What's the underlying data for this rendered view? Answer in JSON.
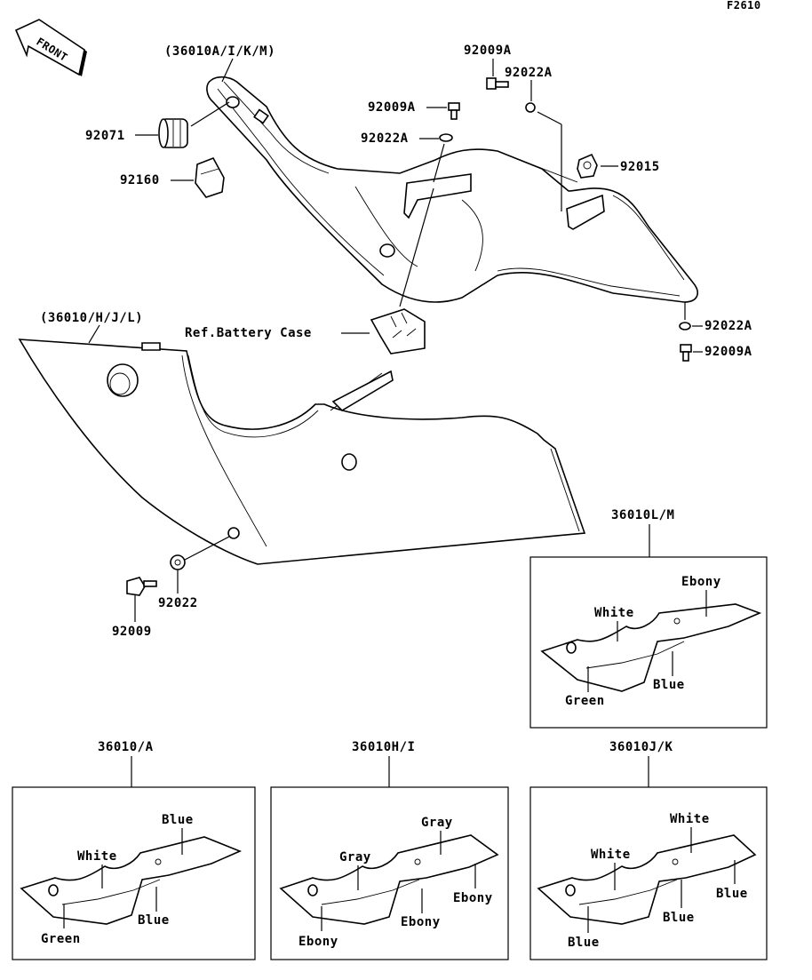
{
  "figure_code": "F2610",
  "front_label": "FRONT",
  "callouts": {
    "upper_assembly": "(36010A/I/K/M)",
    "lower_assembly": "(36010/H/J/L)",
    "grommet": "92071",
    "clip": "92160",
    "bolt_top": "92009A",
    "washer_top": "92022A",
    "bolt_mid": "92009A",
    "washer_mid": "92022A",
    "nut_right": "92015",
    "washer_right": "92022A",
    "bolt_right": "92009A",
    "battery_ref": "Ref.Battery Case",
    "washer_lower": "92022",
    "bolt_lower": "92009"
  },
  "variants": [
    {
      "code": "36010L/M",
      "colors": [
        "Ebony",
        "White",
        "Green",
        "Blue"
      ]
    },
    {
      "code": "36010/A",
      "colors": [
        "Blue",
        "White",
        "Green",
        "Blue"
      ]
    },
    {
      "code": "36010H/I",
      "colors": [
        "Gray",
        "Gray",
        "Ebony",
        "Ebony",
        "Ebony"
      ]
    },
    {
      "code": "36010J/K",
      "colors": [
        "White",
        "White",
        "Blue",
        "Blue",
        "Blue"
      ]
    }
  ]
}
